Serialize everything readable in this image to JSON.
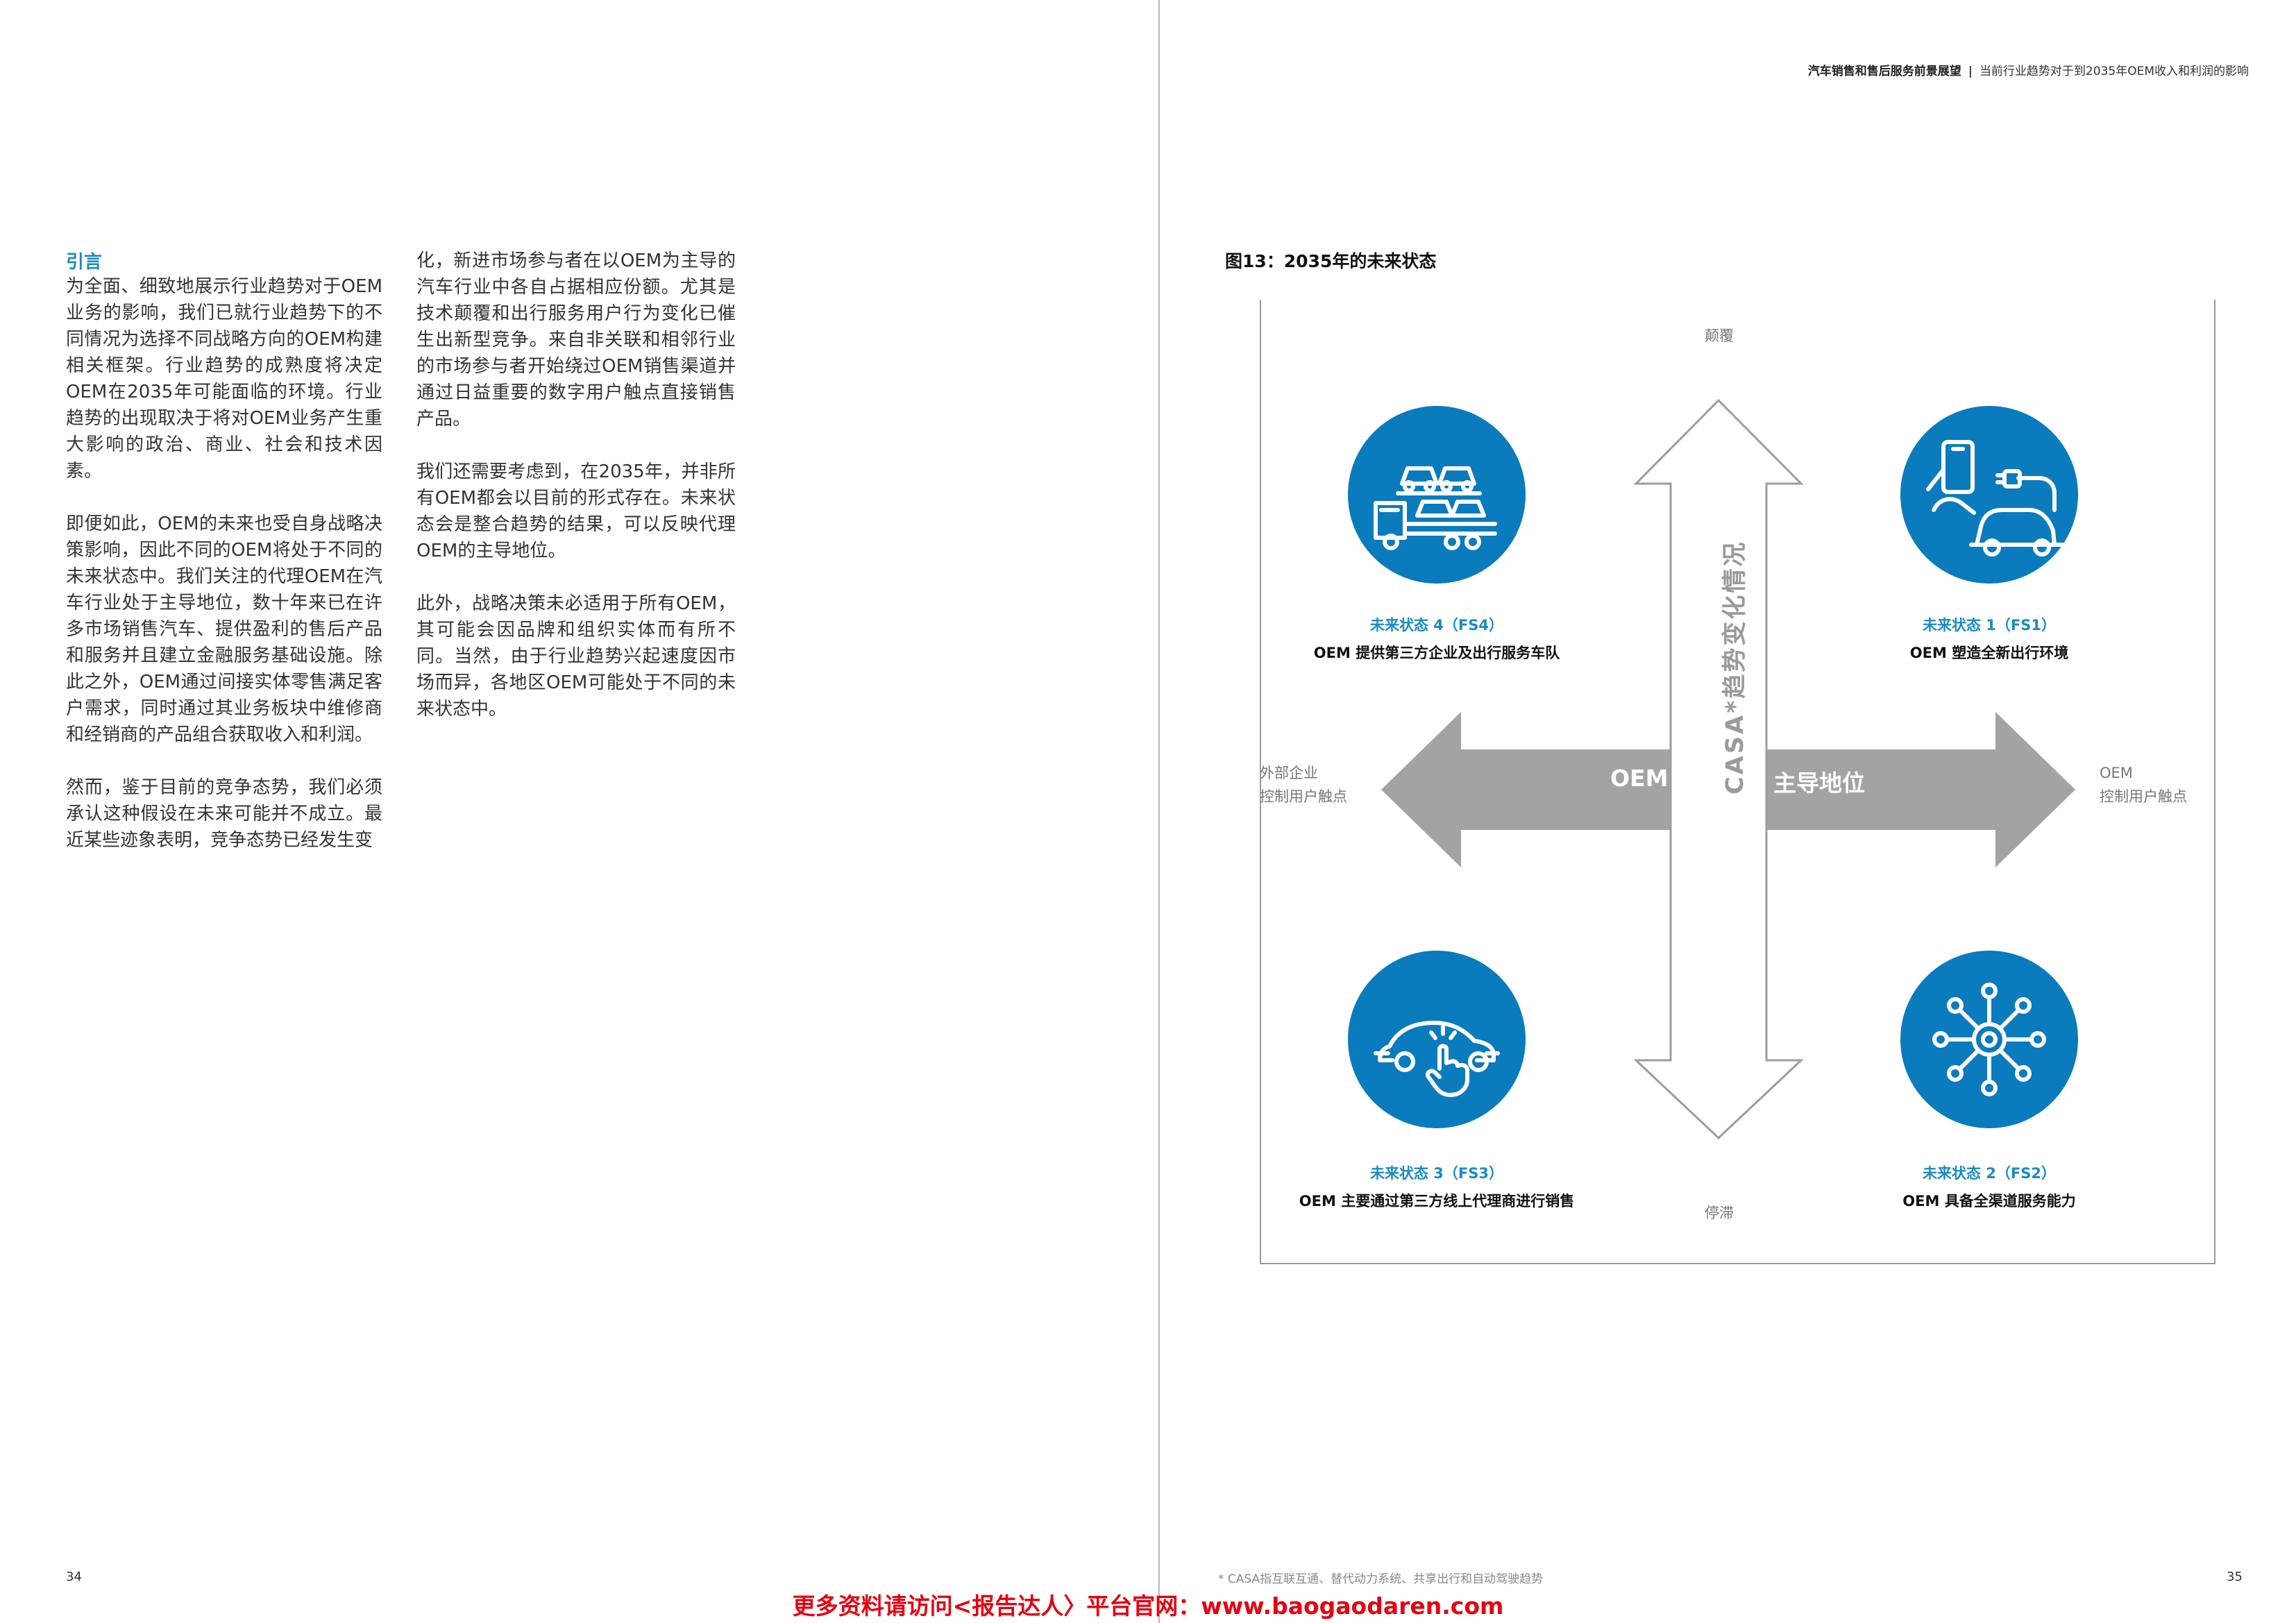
{
  "header": {
    "title": "汽车销售和售后服务前景展望",
    "separator": "|",
    "subtitle": "当前行业趋势对于到2035年OEM收入和利润的影响"
  },
  "left_page": {
    "heading": "引言",
    "column1": [
      "为全面、细致地展示行业趋势对于OEM业务的影响，我们已就行业趋势下的不同情况为选择不同战略方向的OEM构建相关框架。行业趋势的成熟度将决定OEM在2035年可能面临的环境。行业趋势的出现取决于将对OEM业务产生重大影响的政治、商业、社会和技术因素。",
      "即便如此，OEM的未来也受自身战略决策影响，因此不同的OEM将处于不同的未来状态中。我们关注的代理OEM在汽车行业处于主导地位，数十年来已在许多市场销售汽车、提供盈利的售后产品和服务并且建立金融服务基础设施。除此之外，OEM通过间接实体零售满足客户需求，同时通过其业务板块中维修商和经销商的产品组合获取收入和利润。",
      "然而，鉴于目前的竞争态势，我们必须承认这种假设在未来可能并不成立。最近某些迹象表明，竞争态势已经发生变"
    ],
    "column2": [
      "化，新进市场参与者在以OEM为主导的汽车行业中各自占据相应份额。尤其是技术颠覆和出行服务用户行为变化已催生出新型竞争。来自非关联和相邻行业的市场参与者开始绕过OEM销售渠道并通过日益重要的数字用户触点直接销售产品。",
      "我们还需要考虑到，在2035年，并非所有OEM都会以目前的形式存在。未来状态会是整合趋势的结果，可以反映代理OEM的主导地位。",
      "此外，战略决策未必适用于所有OEM，其可能会因品牌和组织实体而有所不同。当然，由于行业趋势兴起速度因市场而异，各地区OEM可能处于不同的未来状态中。"
    ],
    "page_number": "34"
  },
  "figure": {
    "title": "图13：2035年的未来状态",
    "top_label": "颠覆",
    "bottom_label": "停滞",
    "left_label": [
      "外部企业",
      "控制用户触点"
    ],
    "right_label": [
      "OEM",
      "控制用户触点"
    ],
    "vertical_axis": "CASA*趋势变化情况",
    "arrow_left_text": "OEM",
    "arrow_right_text": "主导地位",
    "states": {
      "fs4": {
        "label": "未来状态 4（FS4）",
        "desc": "OEM 提供第三方企业及出行服务车队",
        "icon": "car-transporter-icon"
      },
      "fs1": {
        "label": "未来状态 1（FS1）",
        "desc": "OEM 塑造全新出行环境",
        "icon": "phone-ev-charging-icon"
      },
      "fs3": {
        "label": "未来状态 3（FS3）",
        "desc": "OEM 主要通过第三方线上代理商进行销售",
        "icon": "online-car-touch-icon"
      },
      "fs2": {
        "label": "未来状态 2（FS2）",
        "desc": "OEM 具备全渠道服务能力",
        "icon": "omnichannel-network-icon"
      }
    },
    "colors": {
      "accent": "#0a7bbd",
      "label_blue": "#1a8bc3",
      "arrow_gray": "#a3a3a3"
    }
  },
  "right_page": {
    "footnote": "* CASA指互联互通、替代动力系统、共享出行和自动驾驶趋势",
    "page_number": "35"
  },
  "promo": "更多资料请访问<报告达人〉平台官网：www.baogaodaren.com"
}
